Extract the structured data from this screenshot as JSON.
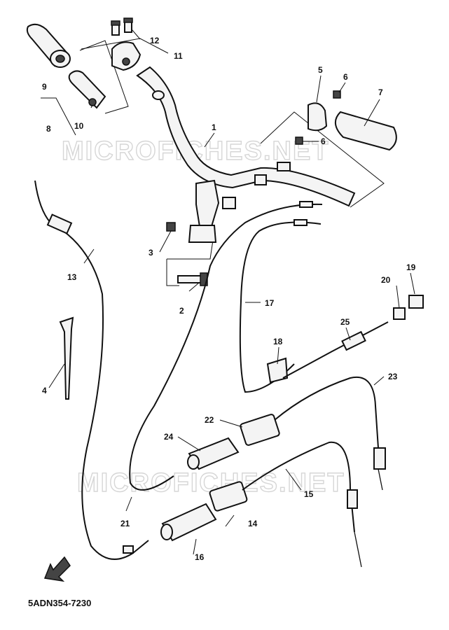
{
  "watermark": "MICROFICHES.NET",
  "diagram_code": "5ADN354-7230",
  "callouts": [
    "1",
    "2",
    "3",
    "4",
    "5",
    "6",
    "6",
    "7",
    "8",
    "9",
    "10",
    "11",
    "12",
    "13",
    "14",
    "15",
    "16",
    "17",
    "18",
    "19",
    "20",
    "21",
    "22",
    "23",
    "24",
    "25"
  ],
  "icons": {
    "front_arrow": "front-direction-arrow-icon"
  }
}
